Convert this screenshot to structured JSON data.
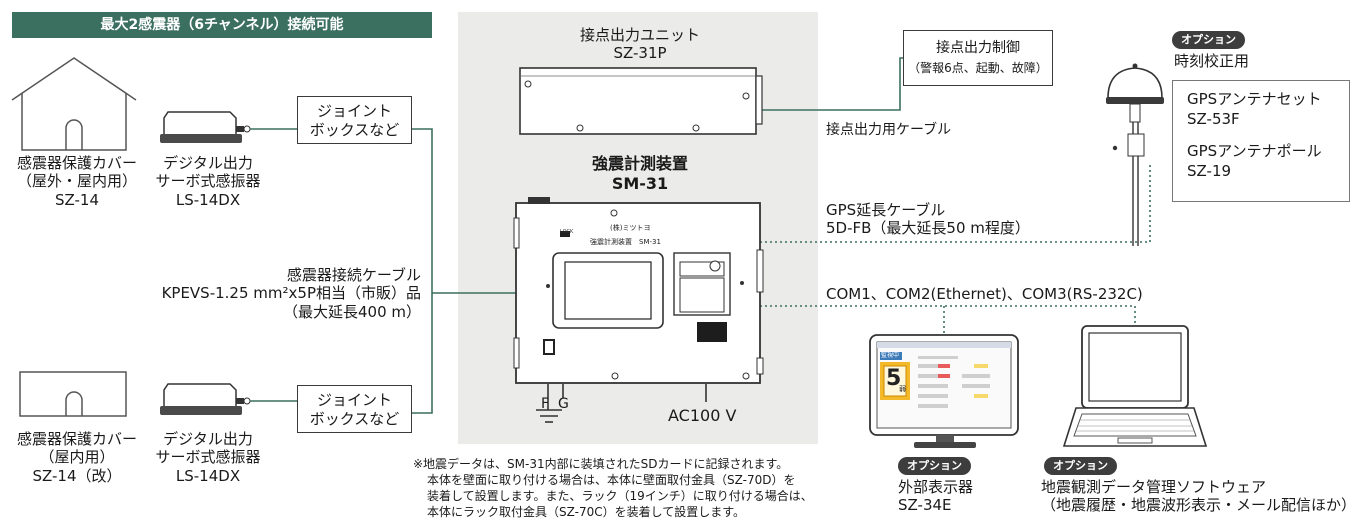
{
  "banner": "最大2感震器（6チャンネル）接続可能",
  "house_top": {
    "line1": "感震器保護カバー",
    "line2": "（屋外・屋内用）",
    "line3": "SZ-14"
  },
  "house_bottom": {
    "line1": "感震器保護カバー",
    "line2": "（屋内用）",
    "line3": "SZ-14（改）"
  },
  "sensor_top": {
    "line1": "デジタル出力",
    "line2": "サーボ式感振器",
    "line3": "LS-14DX"
  },
  "sensor_bottom": {
    "line1": "デジタル出力",
    "line2": "サーボ式感振器",
    "line3": "LS-14DX"
  },
  "junction_top": {
    "line1": "ジョイント",
    "line2": "ボックスなど"
  },
  "junction_bottom": {
    "line1": "ジョイント",
    "line2": "ボックスなど"
  },
  "sensor_cable": {
    "line1": "感震器接続ケーブル",
    "line2": "KPEVS-1.25 mm²x5P相当（市販）品",
    "line3": "（最大延長400 m）"
  },
  "contact_unit": {
    "line1": "接点出力ユニット",
    "line2": "SZ-31P"
  },
  "main_unit": {
    "line1": "強震計測装置",
    "line2": "SM-31",
    "panel_brand": "(株)ミツトヨ",
    "panel_label": "強震計測装置　SM-31",
    "switch_label": "LOCK"
  },
  "contact_control": {
    "line1": "接点出力制御",
    "line2": "（警報6点、起動、故障）"
  },
  "contact_cable": "接点出力用ケーブル",
  "gps_option_badge": "オプション",
  "gps_purpose": "時刻校正用",
  "gps_box": {
    "item1_line1": "GPSアンテナセット",
    "item1_line2": "SZ-53F",
    "item2_line1": "GPSアンテナポール",
    "item2_line2": "SZ-19"
  },
  "gps_cable": {
    "line1": "GPS延長ケーブル",
    "line2": "5D-FB（最大延長50 m程度）"
  },
  "com_ports": "COM1、COM2(Ethernet)、COM3(RS-232C)",
  "ground_labels": {
    "f": "F",
    "g": "G"
  },
  "power": "AC100 V",
  "display_option": {
    "badge": "オプション",
    "line1": "外部表示器",
    "line2": "SZ-34E"
  },
  "display_screen": {
    "status": "監視中",
    "intensity": "5",
    "intensity_suffix": "弱"
  },
  "software_option": {
    "badge": "オプション",
    "line1": "地震観測データ管理ソフトウェア",
    "line2": "（地震履歴・地震波形表示・メール配信ほか）"
  },
  "note": {
    "line1": "※地震データは、SM-31内部に装填されたSDカードに記録されます。",
    "line2": "本体を壁面に取り付ける場合は、本体に壁面取付金具（SZ-70D）を",
    "line3": "装着して設置します。また、ラック（19インチ）に取り付ける場合は、",
    "line4": "本体にラック取付金具（SZ-70C）を装着して設置します。"
  },
  "colors": {
    "banner": "#3b6f5f",
    "wire": "#3b6f5f",
    "panel": "#ebebea",
    "badge": "#3d3d3d",
    "screen_accent": "#f3b928"
  }
}
